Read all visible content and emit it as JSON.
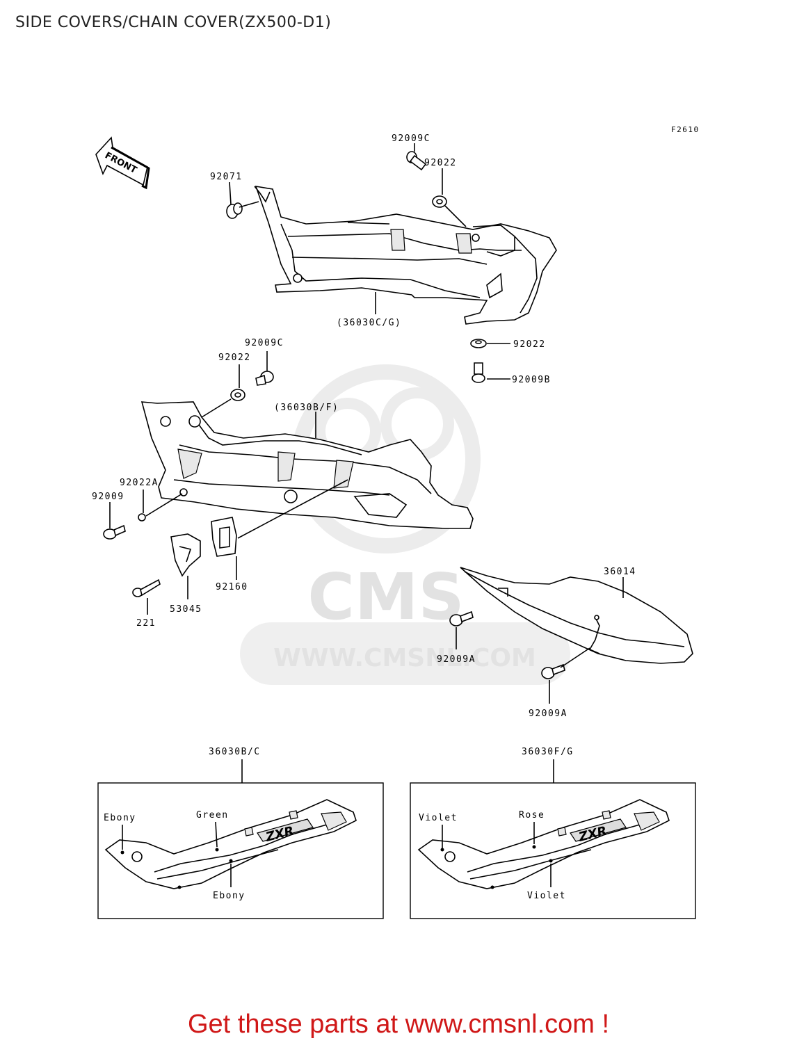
{
  "title": "SIDE COVERS/CHAIN COVER(ZX500-D1)",
  "figure_code": "F2610",
  "front_label": "FRONT",
  "watermark": {
    "logo_text": "CMS",
    "url_text": "WWW.CMSNL.COM"
  },
  "callouts": {
    "p92009C_top": "92009C",
    "p92022_top": "92022",
    "p92071": "92071",
    "p36030CG": "(36030C/G)",
    "p92022_right": "92022",
    "p92009B": "92009B",
    "p92009C_mid": "92009C",
    "p92022_mid": "92022",
    "p36030BF": "(36030B/F)",
    "p92022A": "92022A",
    "p92009": "92009",
    "p92160": "92160",
    "p53045": "53045",
    "p221": "221",
    "p36014": "36014",
    "p92009A_left": "92009A",
    "p92009A_bottom": "92009A"
  },
  "variant_left": {
    "part": "36030B/C",
    "labels": [
      "Ebony",
      "Green",
      "Ebony"
    ]
  },
  "variant_right": {
    "part": "36030F/G",
    "labels": [
      "Violet",
      "Rose",
      "Violet"
    ]
  },
  "badge_text": "ZXR",
  "footer": "Get these parts at www.cmsnl.com !"
}
